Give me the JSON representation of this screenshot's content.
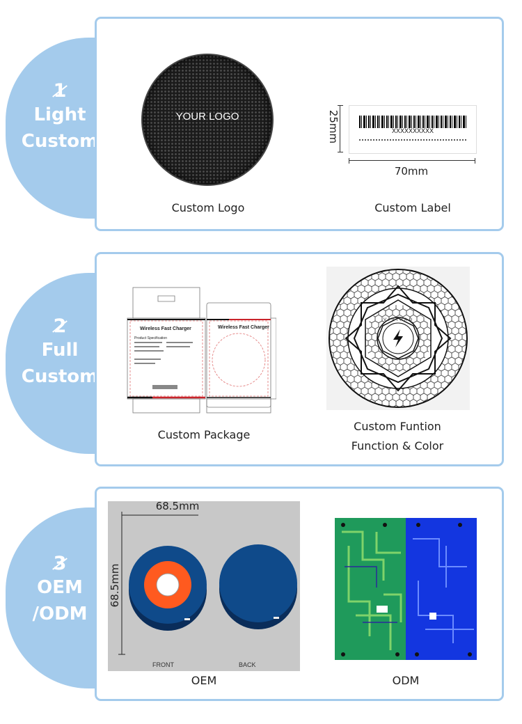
{
  "sections": [
    {
      "number": "1",
      "title_lines": [
        "Light",
        "Custom"
      ],
      "items": [
        {
          "caption": "Custom Logo",
          "logo_text": "YOUR LOGO"
        },
        {
          "caption": "Custom Label",
          "barcode_text": "XXXXXXXXXX",
          "width_label": "70mm",
          "height_label": "25mm"
        }
      ]
    },
    {
      "number": "2",
      "title_lines": [
        "Full",
        "Custom"
      ],
      "items": [
        {
          "caption": "Custom Package",
          "package_title": "Wireless Fast Charger",
          "package_spec_heading": "Product Specification"
        },
        {
          "caption_lines": [
            "Custom Funtion",
            "Function & Color"
          ],
          "center_text": "VIVIPAD"
        }
      ]
    },
    {
      "number": "3",
      "title_lines": [
        "OEM",
        "/ODM"
      ],
      "items": [
        {
          "caption": "OEM",
          "width_label": "68.5mm",
          "height_label": "68.5mm",
          "front_label": "FRONT",
          "back_label": "BACK"
        },
        {
          "caption": "ODM"
        }
      ]
    }
  ],
  "colors": {
    "tab": "#a4cbec",
    "panel_border": "#a4cbec",
    "oem_blue": "#0f4a8a",
    "oem_orange": "#ff5a1f",
    "pcb_green": "#1f9a5b",
    "pcb_blue": "#1336e0"
  }
}
